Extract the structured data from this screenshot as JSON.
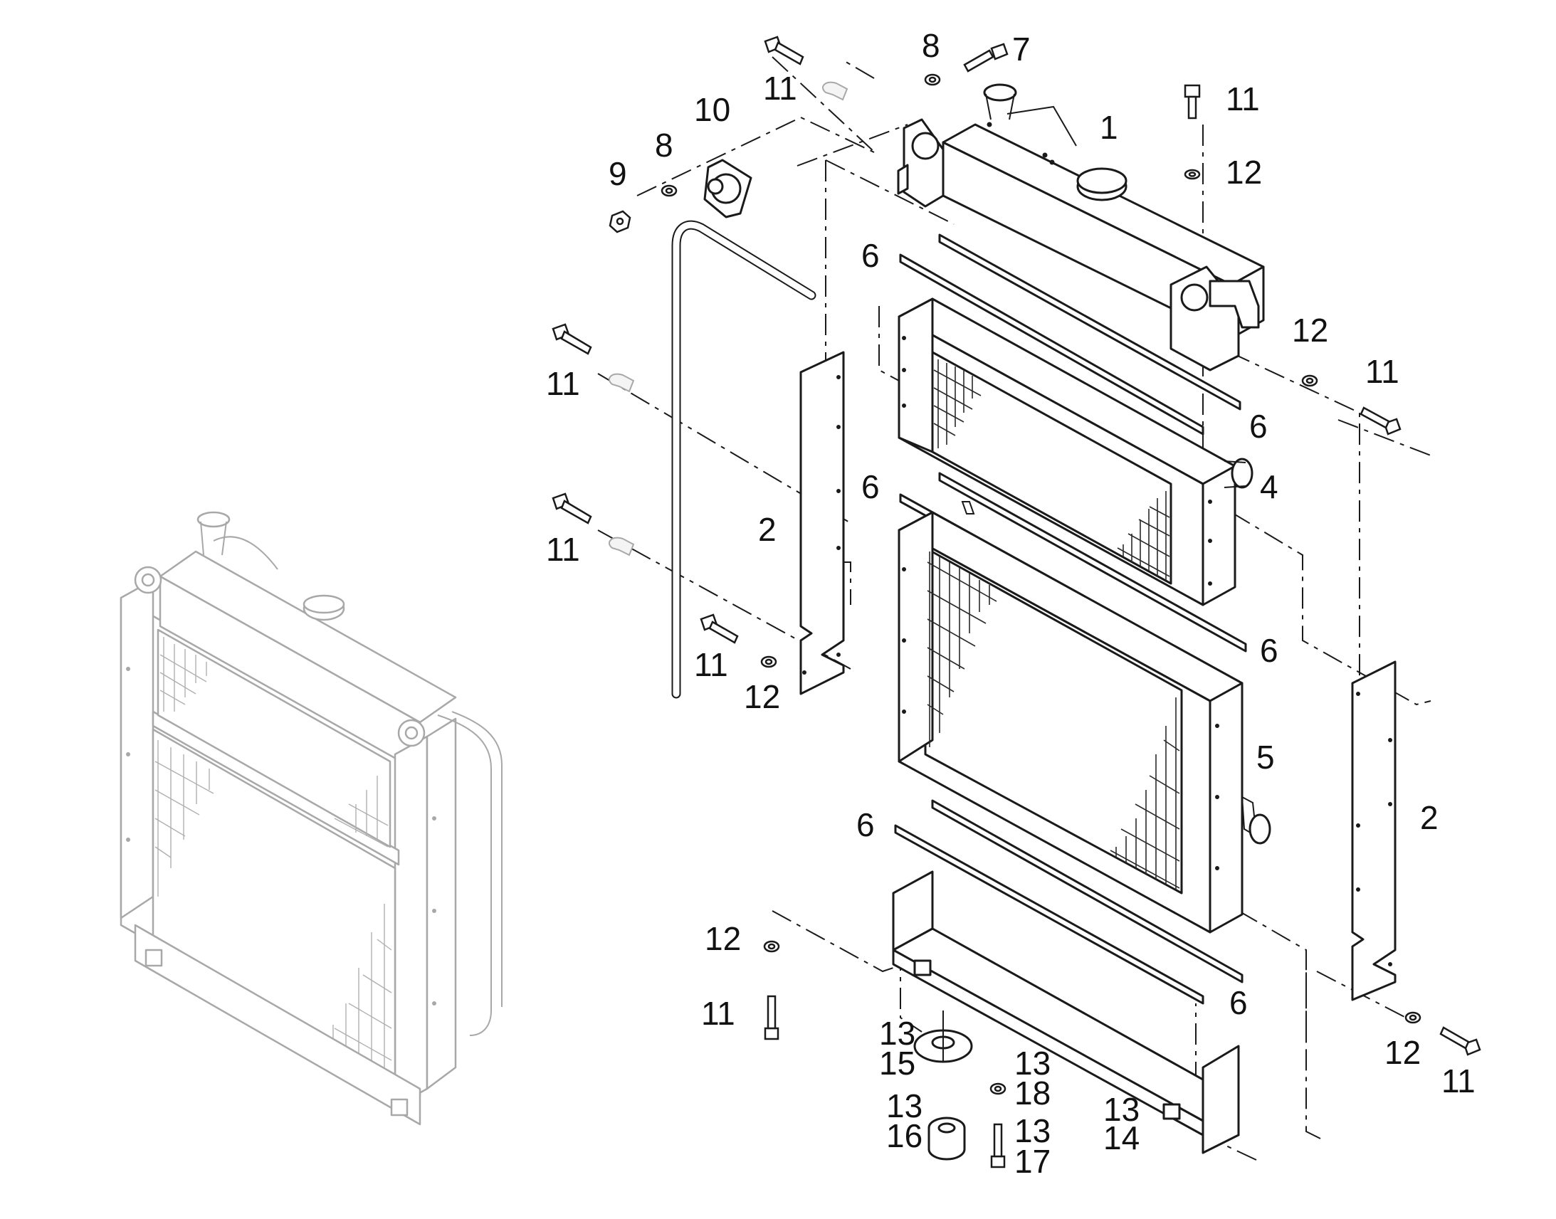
{
  "diagram": {
    "title": "",
    "callouts": [
      {
        "text": "1"
      },
      {
        "text": "2"
      },
      {
        "text": "2"
      },
      {
        "text": "4"
      },
      {
        "text": "5"
      },
      {
        "text": "6"
      },
      {
        "text": "6"
      },
      {
        "text": "6"
      },
      {
        "text": "6"
      },
      {
        "text": "6"
      },
      {
        "text": "6"
      },
      {
        "text": "7"
      },
      {
        "text": "8"
      },
      {
        "text": "8"
      },
      {
        "text": "9"
      },
      {
        "text": "10"
      },
      {
        "text": "11"
      },
      {
        "text": "11"
      },
      {
        "text": "11"
      },
      {
        "text": "11"
      },
      {
        "text": "11"
      },
      {
        "text": "11"
      },
      {
        "text": "11"
      },
      {
        "text": "11"
      },
      {
        "text": "12"
      },
      {
        "text": "12"
      },
      {
        "text": "12"
      },
      {
        "text": "12"
      },
      {
        "text": "12"
      },
      {
        "text": "13"
      },
      {
        "text": "13"
      },
      {
        "text": "13"
      },
      {
        "text": "13"
      },
      {
        "text": "13"
      },
      {
        "text": "14"
      },
      {
        "text": "15"
      },
      {
        "text": "16"
      },
      {
        "text": "17"
      },
      {
        "text": "18"
      }
    ]
  }
}
